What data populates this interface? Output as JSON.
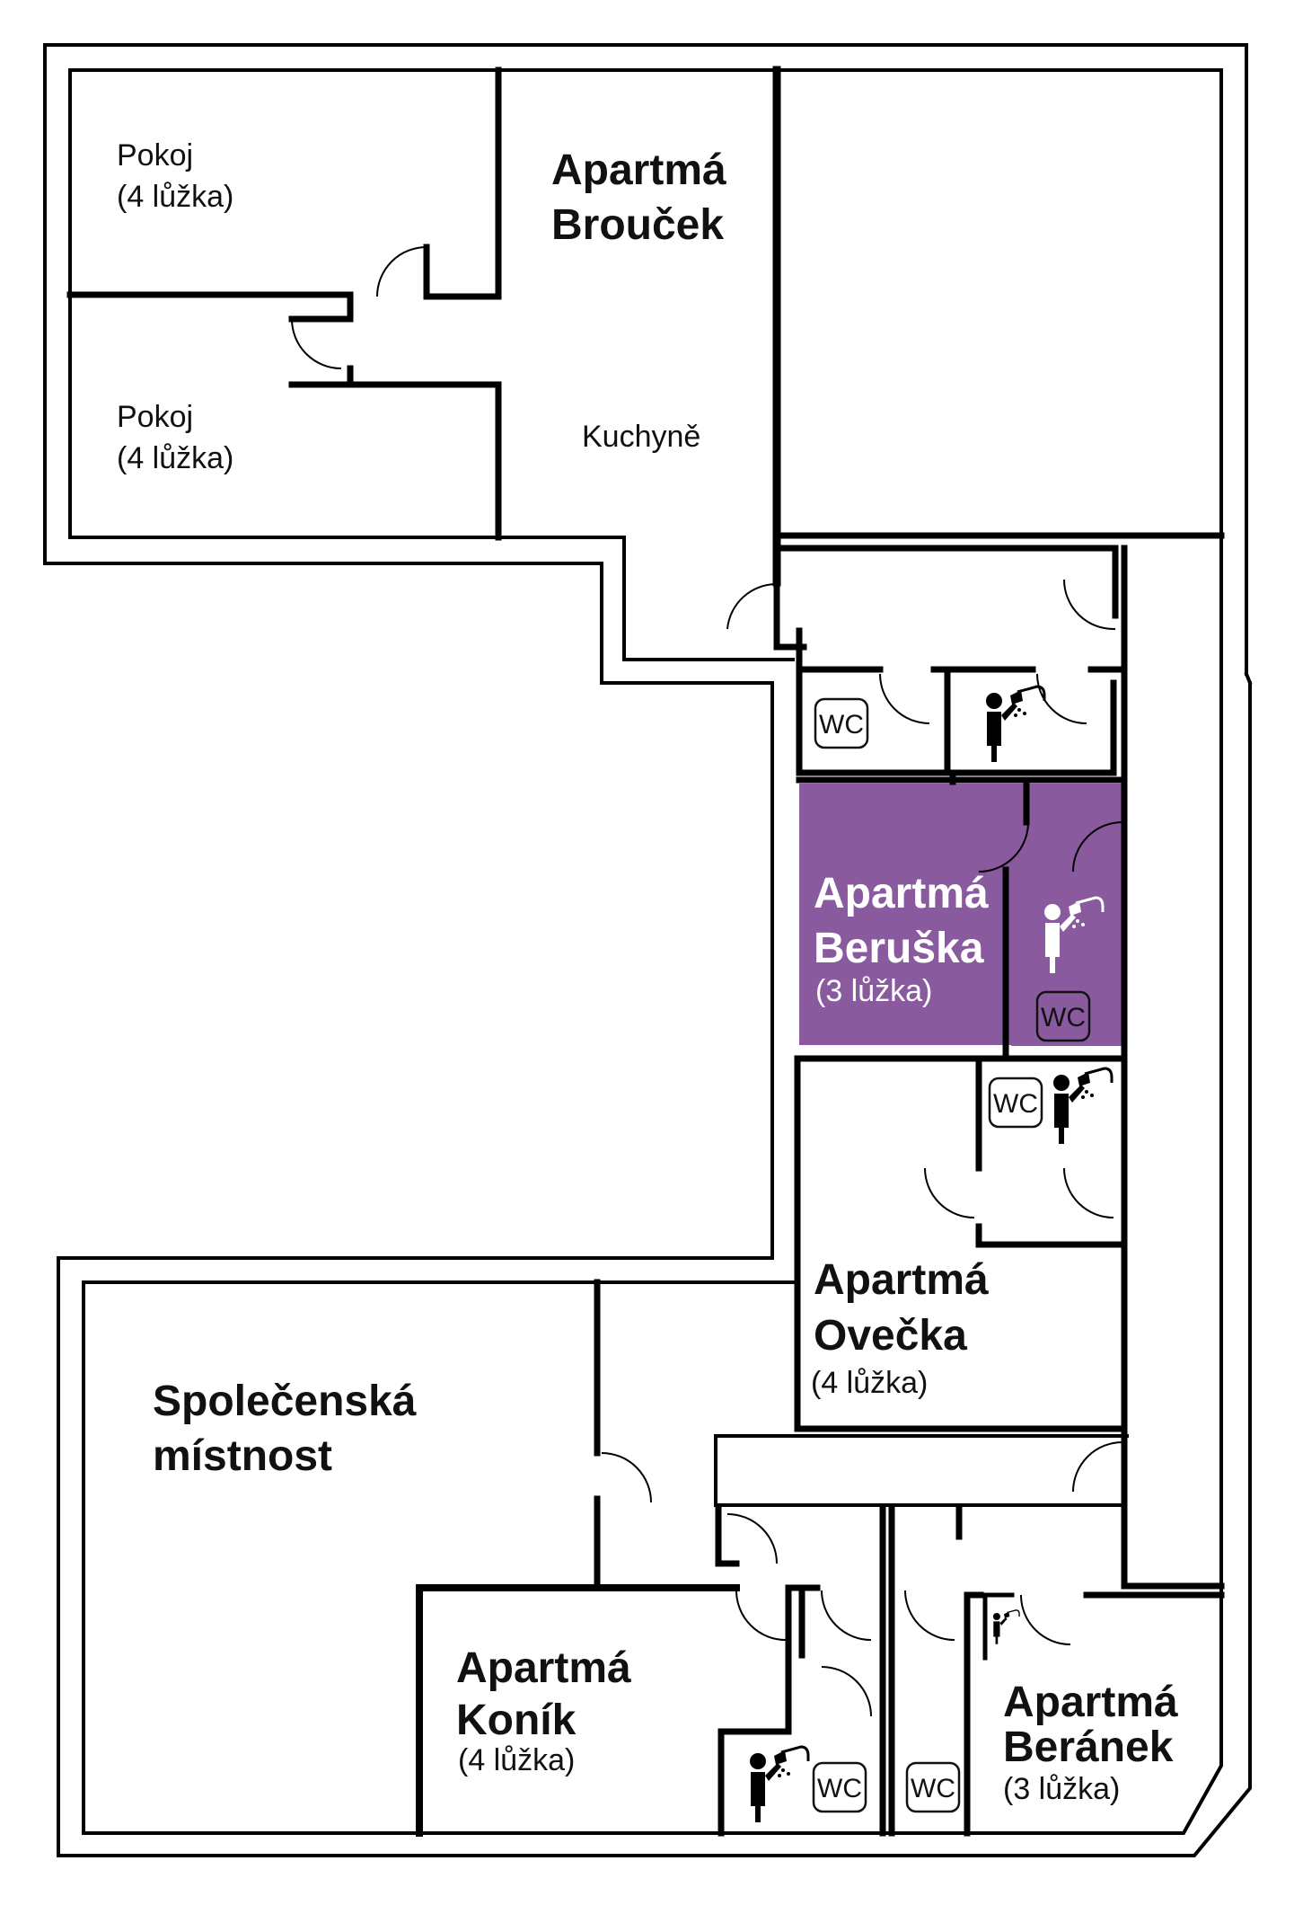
{
  "colors": {
    "wall": "#000000",
    "highlight_room": "#8a5a9f",
    "background": "#ffffff",
    "highlight_text": "#ffffff"
  },
  "rooms": {
    "pokoj_top": {
      "name": "Pokoj",
      "beds": "(4 lůžka)"
    },
    "pokoj_bottom": {
      "name": "Pokoj",
      "beds": "(4 lůžka)"
    },
    "broucek": {
      "line1": "Apartmá",
      "line2": "Brouček",
      "kitchen": "Kuchyně"
    },
    "beruska": {
      "line1": "Apartmá",
      "line2": "Beruška",
      "beds": "(3 lůžka)"
    },
    "ovecka": {
      "line1": "Apartmá",
      "line2": "Ovečka",
      "beds": "(4 lůžka)"
    },
    "spolecenska": {
      "line1": "Společenská",
      "line2": "místnost"
    },
    "konik": {
      "line1": "Apartmá",
      "line2": "Koník",
      "beds": "(4 lůžka)"
    },
    "beranek": {
      "line1": "Apartmá",
      "line2": "Beránek",
      "beds": "(3 lůžka)"
    }
  },
  "wc_label": "WC",
  "icons": {
    "shower": "shower-icon",
    "wc": "wc-icon"
  }
}
